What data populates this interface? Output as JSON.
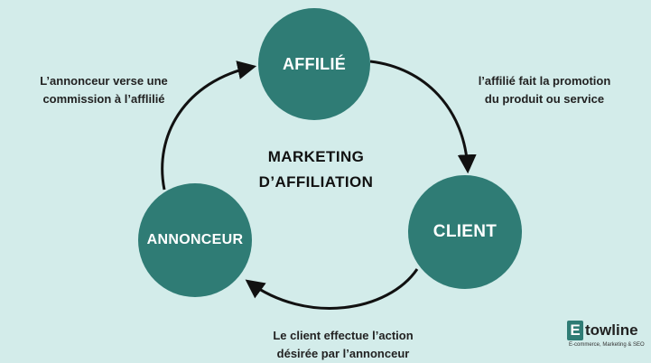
{
  "center": {
    "line1": "MARKETING",
    "line2": "D’AFFILIATION"
  },
  "nodes": {
    "affilie": "AFFILIÉ",
    "client": "CLIENT",
    "annonceur": "ANNONCEUR"
  },
  "captions": {
    "top_left": [
      "L’annonceur verse une",
      "commission à l’afflilié"
    ],
    "top_right": [
      "l’affilié fait la promotion",
      "du produit ou service"
    ],
    "bottom": [
      "Le client effectue l’action",
      "désirée par l’annonceur"
    ]
  },
  "logo": {
    "mark": "E",
    "word": "towline",
    "tagline": "E-commerce, Marketing & SEO"
  },
  "colors": {
    "background": "#d3ecea",
    "node": "#2f7c75",
    "arrow": "#111111"
  }
}
